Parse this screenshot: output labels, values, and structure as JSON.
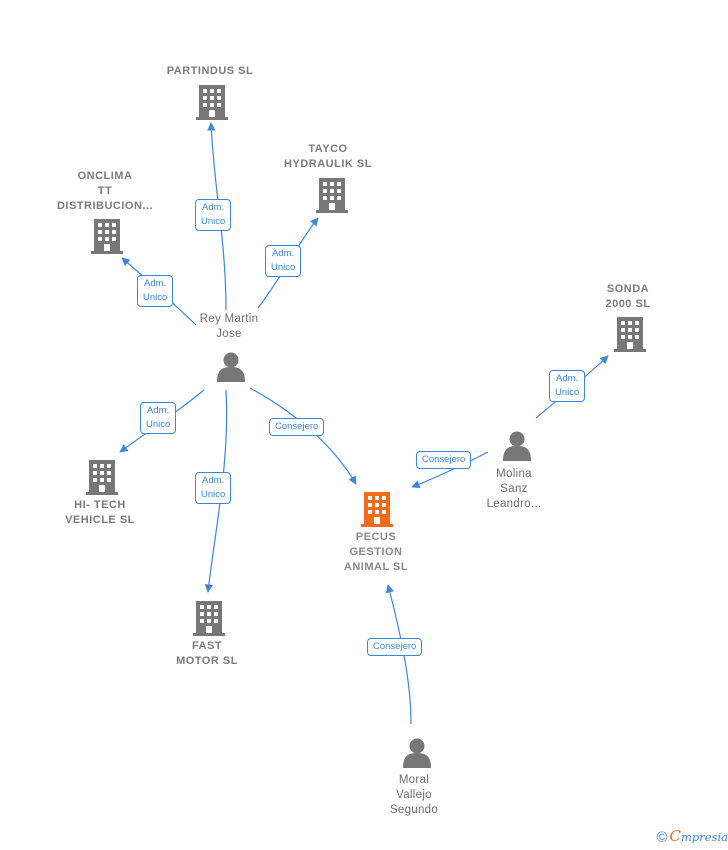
{
  "colors": {
    "company": "#777777",
    "focus_company": "#f26b1d",
    "person": "#777777",
    "edge": "#3d87d9"
  },
  "nodes": {
    "partindus": {
      "lines": [
        "PARTINDUS  SL"
      ],
      "icon": "building-icon"
    },
    "tayco": {
      "lines": [
        "TAYCO",
        "HYDRAULIK SL"
      ],
      "icon": "building-icon"
    },
    "onclima": {
      "lines": [
        "ONCLIMA",
        "TT",
        "DISTRIBUCION..."
      ],
      "icon": "building-icon"
    },
    "sonda": {
      "lines": [
        "SONDA",
        "2000  SL"
      ],
      "icon": "building-icon"
    },
    "rey": {
      "lines": [
        "Rey Martin",
        "Jose"
      ],
      "icon": "person-icon"
    },
    "molina": {
      "lines": [
        "Molina",
        "Sanz",
        "Leandro..."
      ],
      "icon": "person-icon"
    },
    "hitech": {
      "lines": [
        "HI- TECH",
        "VEHICLE  SL"
      ],
      "icon": "building-icon"
    },
    "pecus": {
      "lines": [
        "PECUS",
        "GESTION",
        "ANIMAL  SL"
      ],
      "icon": "building-icon"
    },
    "fast": {
      "lines": [
        "FAST",
        "MOTOR SL"
      ],
      "icon": "building-icon"
    },
    "moral": {
      "lines": [
        "Moral",
        "Vallejo",
        "Segundo"
      ],
      "icon": "person-icon"
    }
  },
  "edges": [
    {
      "id": "rey-partindus",
      "lines": [
        "Adm.",
        "Unico"
      ]
    },
    {
      "id": "rey-tayco",
      "lines": [
        "Adm.",
        "Unico"
      ]
    },
    {
      "id": "rey-onclima",
      "lines": [
        "Adm.",
        "Unico"
      ]
    },
    {
      "id": "rey-hitech",
      "lines": [
        "Adm.",
        "Unico"
      ]
    },
    {
      "id": "rey-fast",
      "lines": [
        "Adm.",
        "Unico"
      ]
    },
    {
      "id": "rey-pecus",
      "lines": [
        "Consejero"
      ]
    },
    {
      "id": "molina-pecus",
      "lines": [
        "Consejero"
      ]
    },
    {
      "id": "molina-sonda",
      "lines": [
        "Adm.",
        "Unico"
      ]
    },
    {
      "id": "moral-pecus",
      "lines": [
        "Consejero"
      ]
    }
  ],
  "footer": {
    "copyright": "©",
    "brand_initial": "C",
    "brand_rest": "mpresia"
  }
}
